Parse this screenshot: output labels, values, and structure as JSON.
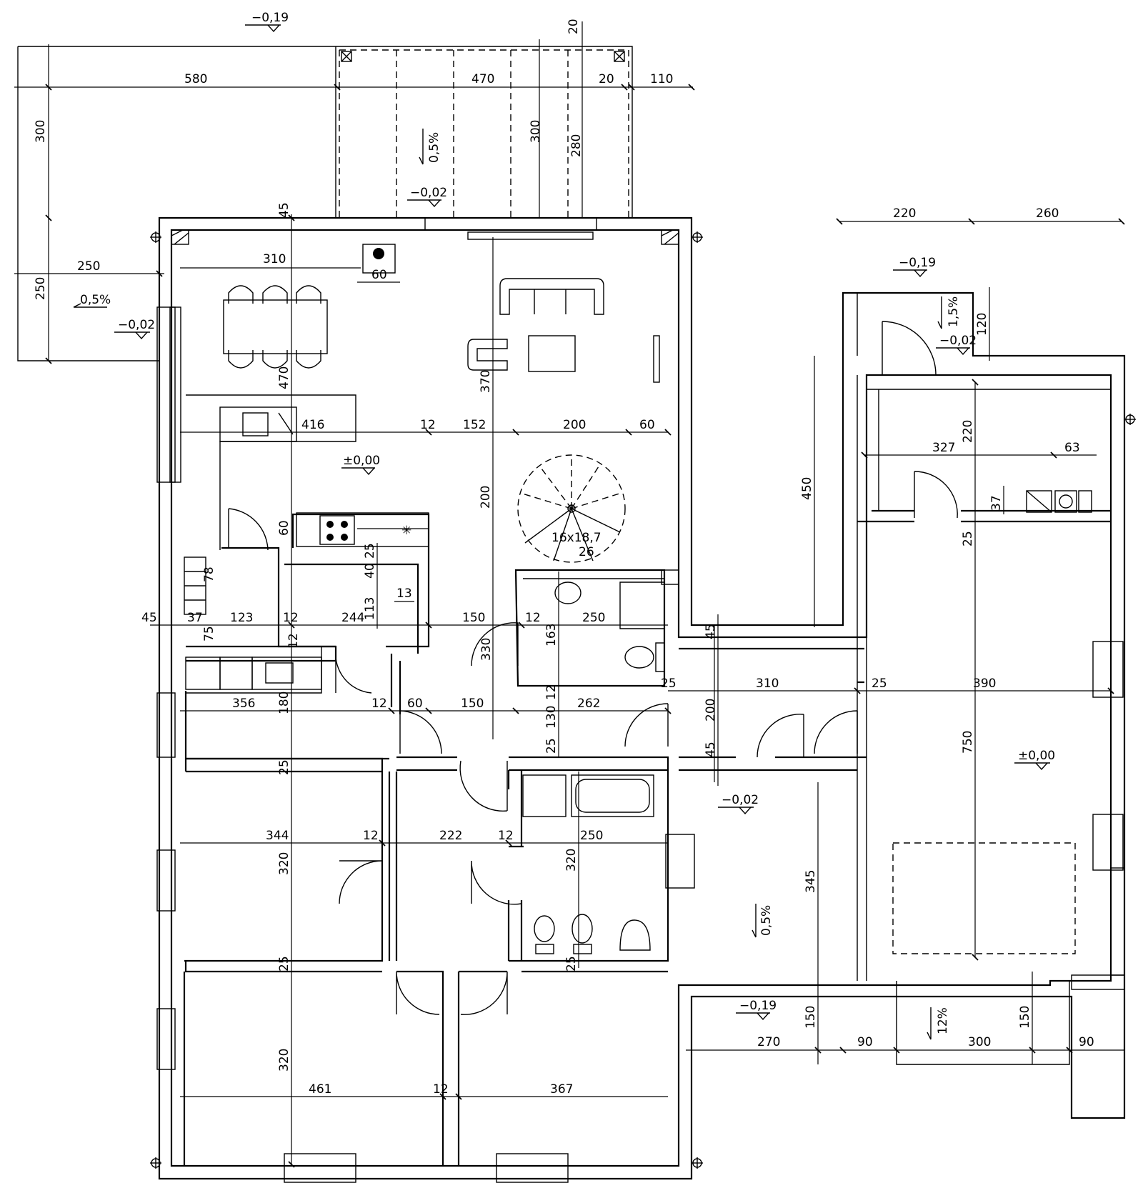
{
  "levels": {
    "terrace_top": "−0,19",
    "terrace_floor": "−0,02",
    "west_step": "−0,02",
    "living_floor": "±0,00",
    "entry_top": "−0,19",
    "entry_floor": "−0,02",
    "garage_floor": "±0,00",
    "carport_floor": "−0,02",
    "bottom_right": "−0,19"
  },
  "slopes": {
    "terrace": "0,5%",
    "west": "0,5%",
    "entry": "1,5%",
    "carport": "0,5%",
    "ramp": "12%"
  },
  "stair_label": "16x18,7",
  "stair_width": "26",
  "dims": [
    "580",
    "470",
    "20",
    "110",
    "20",
    "300",
    "300",
    "280",
    "45",
    "310",
    "60",
    "250",
    "250",
    "470",
    "370",
    "416",
    "12",
    "152",
    "200",
    "60",
    "200",
    "60",
    "40",
    "25",
    "113",
    "13",
    "78",
    "45",
    "37",
    "123",
    "12",
    "244",
    "150",
    "12",
    "250",
    "75",
    "12",
    "163",
    "330",
    "356",
    "180",
    "12",
    "60",
    "150",
    "262",
    "12",
    "130",
    "25",
    "25",
    "310",
    "25",
    "390",
    "200",
    "45",
    "45",
    "25",
    "344",
    "12",
    "222",
    "12",
    "250",
    "320",
    "320",
    "345",
    "25",
    "25",
    "320",
    "461",
    "12",
    "367",
    "270",
    "90",
    "300",
    "90",
    "150",
    "150",
    "220",
    "260",
    "120",
    "450",
    "327",
    "63",
    "37",
    "25",
    "220",
    "750"
  ]
}
